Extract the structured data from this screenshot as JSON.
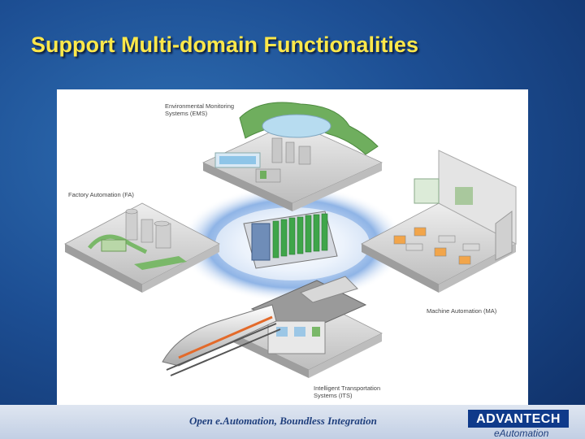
{
  "slide": {
    "title": "Support Multi-domain Functionalities"
  },
  "diagram": {
    "labels": {
      "ems": [
        "Environmental Monitoring",
        "Systems (EMS)"
      ],
      "fa": [
        "Factory Automation (FA)"
      ],
      "ma": [
        "Machine Automation (MA)"
      ],
      "its": [
        "Intelligent Transportation",
        "Systems (ITS)"
      ]
    }
  },
  "footer": {
    "tagline": "Open e.Automation, Boundless Integration",
    "logo_text": "ADVANTECH",
    "logo_sub": "eAutomation"
  },
  "colors": {
    "title": "#ffe84a",
    "background": "#1d4f94",
    "logo": "#0f3a8a",
    "tagline": "#1f3f7d",
    "module_green": "#3fa54a"
  }
}
